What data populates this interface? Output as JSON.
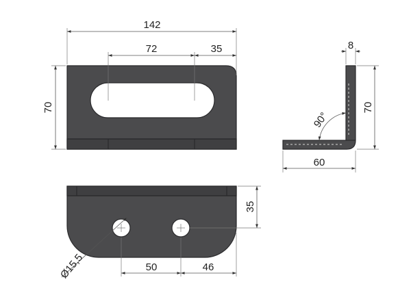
{
  "dimensions": {
    "front_width": "142",
    "slot_center_distance": "72",
    "slot_offset": "35",
    "front_height": "70",
    "thickness": "8",
    "side_height": "70",
    "angle": "90°",
    "side_depth": "60",
    "bottom_edge_offset": "35",
    "hole_diameter": "Ø15,5",
    "hole_spacing": "50",
    "hole_edge_distance": "46"
  }
}
